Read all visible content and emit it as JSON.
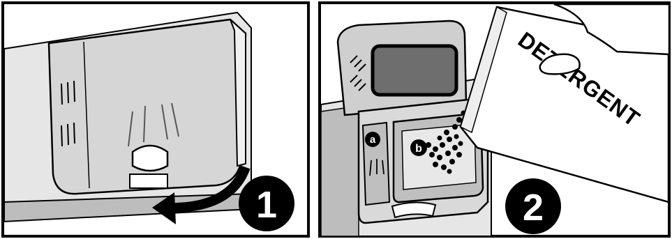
{
  "steps": [
    {
      "number": "1"
    },
    {
      "number": "2",
      "labels": {
        "a": "a",
        "b": "b"
      },
      "packet_text": "DETERGENT"
    }
  ],
  "colors": {
    "line": "#000000",
    "plastic_light": "#d9d9d9",
    "plastic_mid": "#bfbfbf",
    "plastic_dark": "#8c8c8c",
    "background": "#ffffff"
  }
}
